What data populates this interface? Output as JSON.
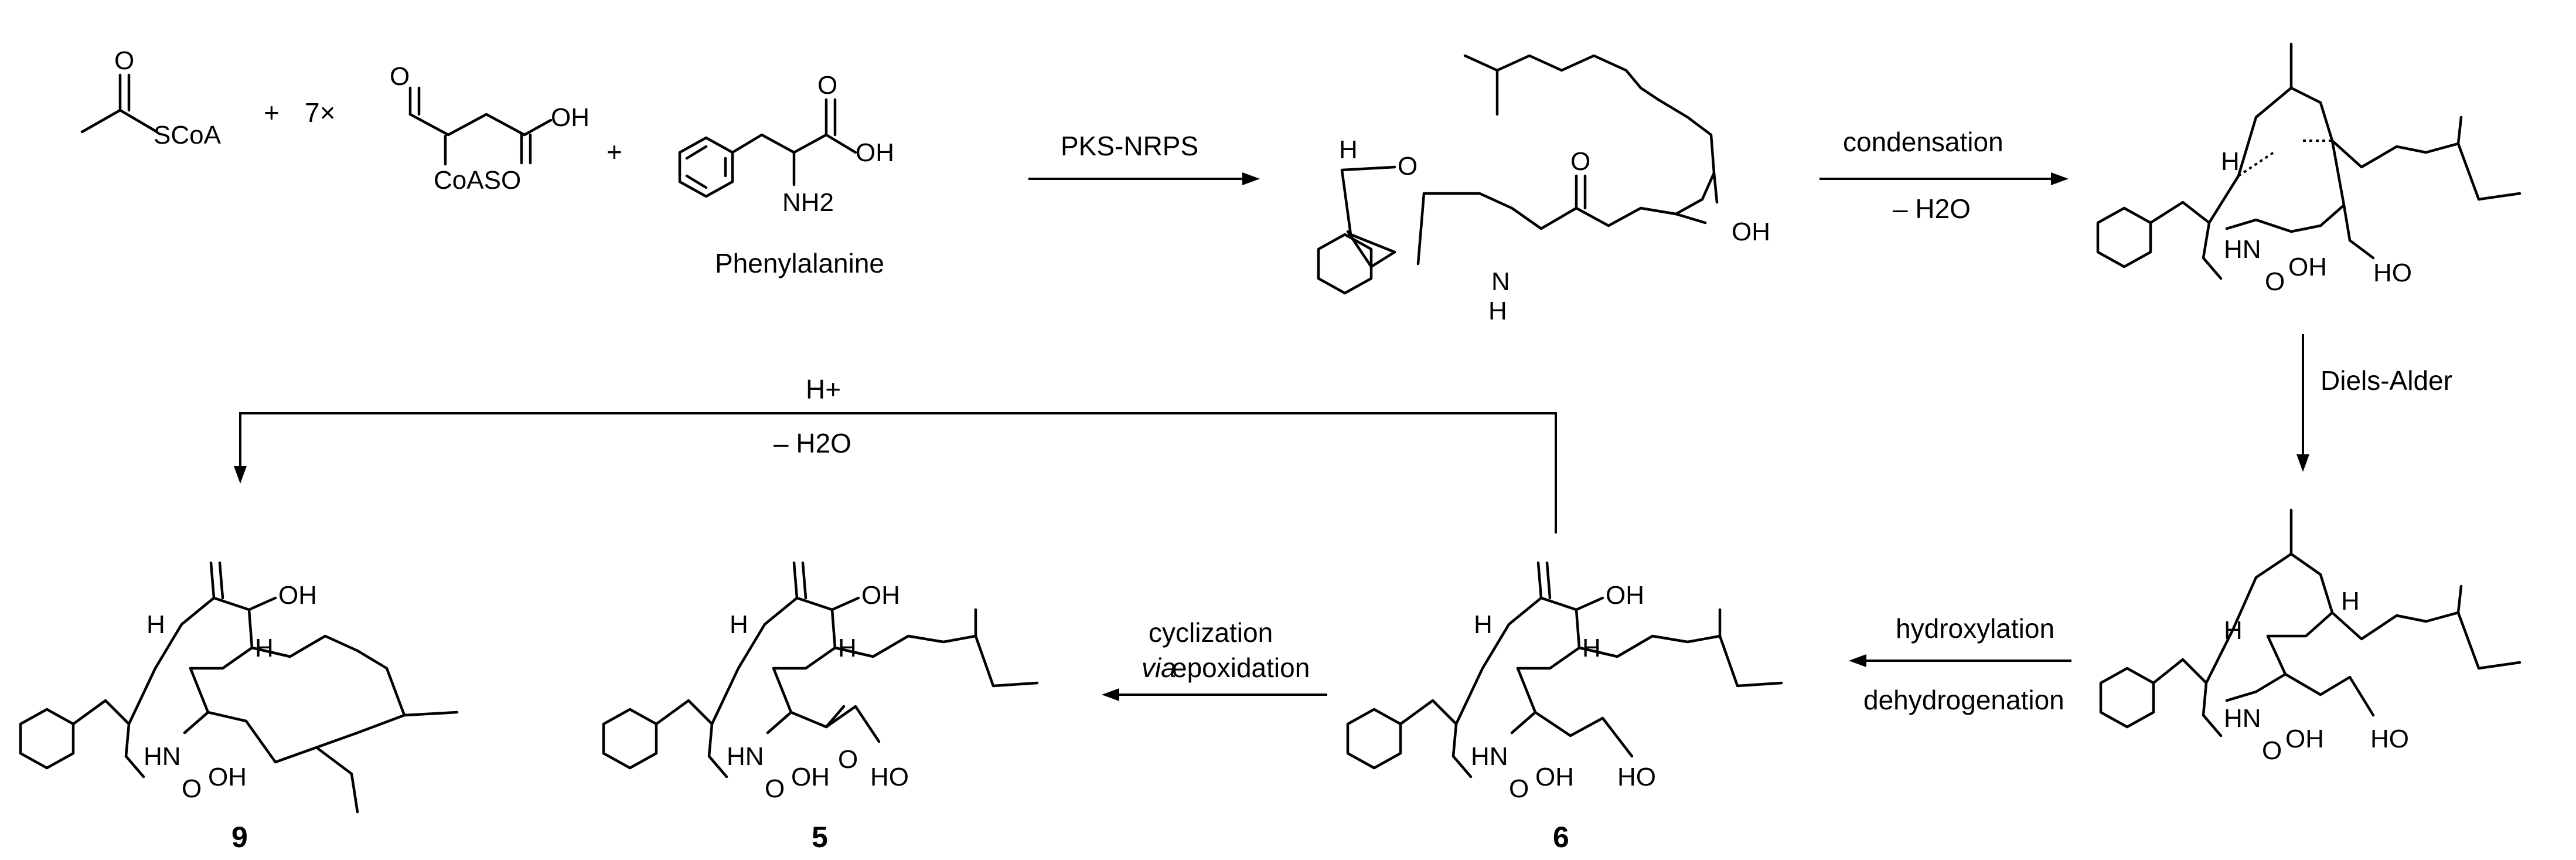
{
  "reagents": {
    "acetyl_scoa": {
      "o": "O",
      "scoa": "SCoA"
    },
    "plus1": "+",
    "multiplier": "7×",
    "malonyl_scoa": {
      "o": "O",
      "oh": "OH",
      "coaso": "CoASO"
    },
    "plus2": "+",
    "phenylalanine": {
      "o": "O",
      "oh": "OH",
      "nh2": "NH2",
      "name": "Phenylalanine"
    }
  },
  "arrows": {
    "pks_nrps": "PKS-NRPS",
    "condensation": "condensation",
    "condensation_sub": "– H2O",
    "diels_alder": "Diels-Alder",
    "hydroxylation": "hydroxylation",
    "dehydrogenation": "dehydrogenation",
    "cyclization_line1": "cyclization",
    "cyclization_via": "via",
    "cyclization_line2": " epoxidation",
    "acid_top": "H+",
    "acid_bottom": "– H2O"
  },
  "intermediates": {
    "linear": {
      "h": "H",
      "o_ald": "O",
      "o_ket": "O",
      "oh": "OH",
      "nh": "N",
      "nh_h": "H"
    },
    "pyrrolinone": {
      "h": "H",
      "hn": "HN",
      "o": "O",
      "oh": "OH",
      "ho": "HO"
    },
    "diels_alder_adduct": {
      "h1": "H",
      "h2": "H",
      "hn": "HN",
      "o": "O",
      "oh": "OH",
      "ho": "HO"
    }
  },
  "compounds": {
    "c6": {
      "number": "6",
      "oh_top": "OH",
      "h1": "H",
      "h2": "H",
      "hn": "HN",
      "o": "O",
      "oh": "OH",
      "ho": "HO"
    },
    "c5": {
      "number": "5",
      "oh_top": "OH",
      "h1": "H",
      "h2": "H",
      "hn": "HN",
      "o": "O",
      "oh": "OH",
      "o_ep": "O",
      "ho": "HO"
    },
    "c9": {
      "number": "9",
      "oh_top": "OH",
      "h1": "H",
      "h2": "H",
      "hn": "HN",
      "o": "O",
      "oh": "OH"
    }
  },
  "colors": {
    "ink": "#000000",
    "background": "#ffffff"
  }
}
